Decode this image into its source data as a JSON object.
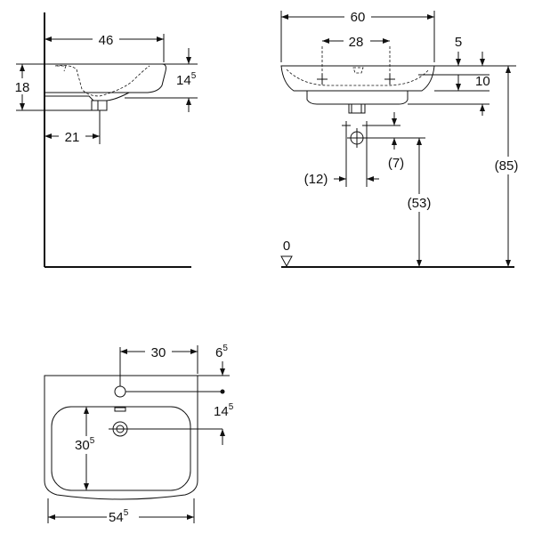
{
  "side_view": {
    "dims": {
      "width_top": "46",
      "height_left": "18",
      "height_right_main": "14",
      "height_right_sup": "5",
      "waste_offset": "21"
    }
  },
  "front_view": {
    "dims": {
      "width_total": "60",
      "tap_spacing": "28",
      "rim_depth": "5",
      "bowl_depth": "10",
      "waste_lateral": "(12)",
      "waste_offset": "(7)",
      "waste_height": "(53)",
      "rim_height": "(85)",
      "floor_level": "0"
    }
  },
  "top_view": {
    "dims": {
      "tap_from_edge": "30",
      "tap_from_back_main": "6",
      "tap_from_back_sup": "5",
      "back_to_drain_main": "14",
      "back_to_drain_sup": "5",
      "bowl_depth_main": "30",
      "bowl_depth_sup": "5",
      "width_main": "54",
      "width_sup": "5"
    }
  }
}
